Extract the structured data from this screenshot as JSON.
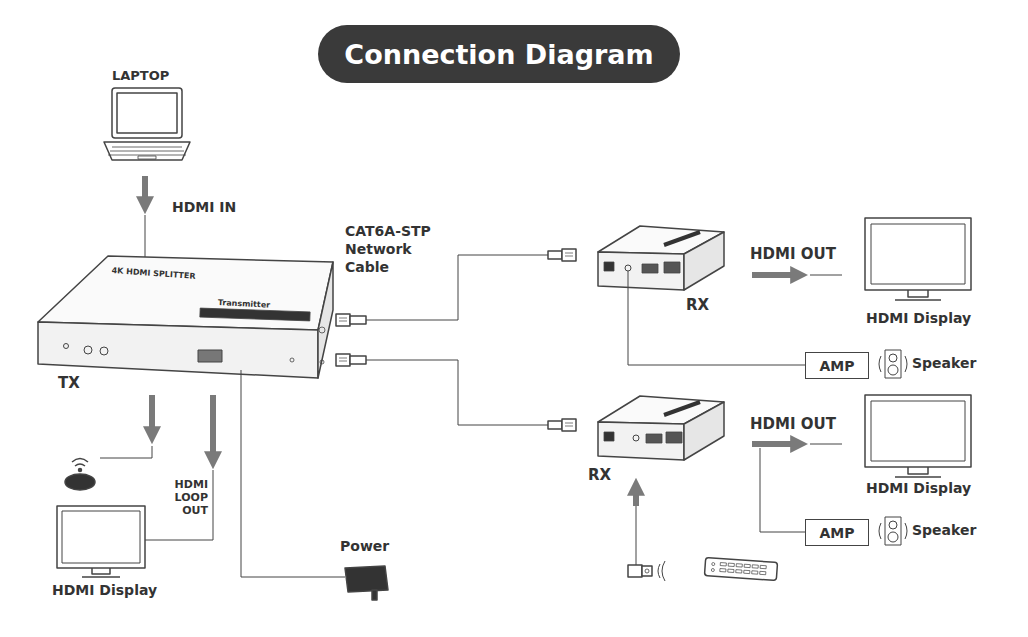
{
  "diagram": {
    "title": "Connection Diagram",
    "nodes": [
      {
        "text": [
          "AMP"
        ]
      },
      {
        "text": [
          "AMP"
        ]
      }
    ],
    "labels": [
      "LAPTOP",
      "HDMI IN",
      "4K HDMI SPLITTER",
      "Transmitter",
      "TX",
      "CAT6A-STP Network Cable",
      "HDMI LOOP OUT",
      "HDMI Display",
      "Power",
      "RX",
      "HDMI OUT",
      "HDMI Display",
      "Speaker",
      "RX",
      "HDMI OUT",
      "HDMI Display",
      "Speaker"
    ]
  }
}
